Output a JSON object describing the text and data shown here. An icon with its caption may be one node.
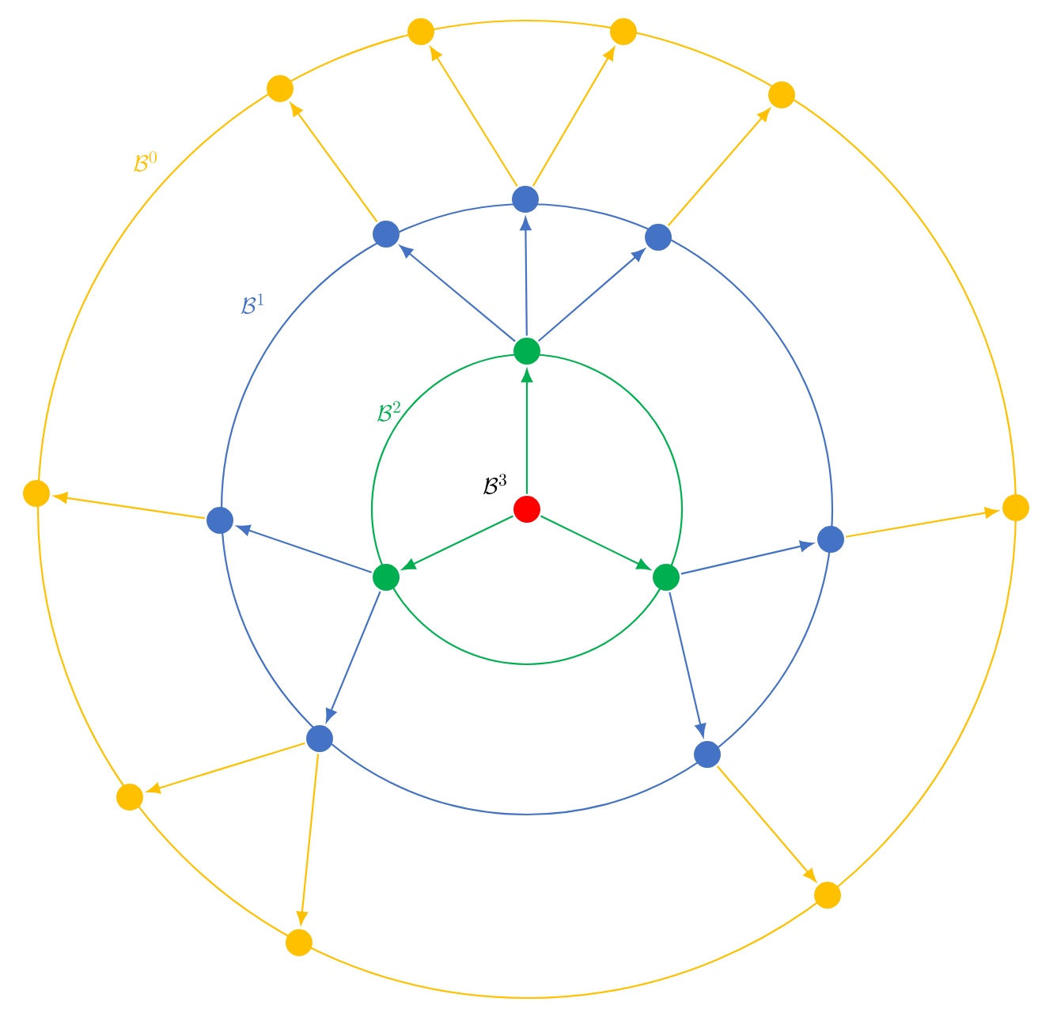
{
  "diagram": {
    "nodes": [
      {
        "text": [],
        "shape": "circle"
      },
      {
        "text": [],
        "shape": "circle"
      },
      {
        "text": [],
        "shape": "circle"
      },
      {
        "text": [],
        "shape": "circle"
      },
      {
        "text": [],
        "shape": "circle"
      },
      {
        "text": [],
        "shape": "circle"
      },
      {
        "text": [],
        "shape": "circle"
      },
      {
        "text": [],
        "shape": "circle"
      },
      {
        "text": [],
        "shape": "circle"
      },
      {
        "text": [],
        "shape": "circle"
      },
      {
        "text": [],
        "shape": "circle"
      },
      {
        "text": [],
        "shape": "circle"
      },
      {
        "text": [],
        "shape": "circle"
      },
      {
        "text": [],
        "shape": "circle"
      },
      {
        "text": [],
        "shape": "circle"
      },
      {
        "text": [],
        "shape": "circle"
      },
      {
        "text": [],
        "shape": "circle"
      },
      {
        "text": [],
        "shape": "circle"
      },
      {
        "text": [],
        "shape": "circle"
      },
      {
        "text": [],
        "shape": "circle"
      }
    ],
    "edges": [
      {
        "from": 10,
        "to": 7,
        "arrow": "to",
        "color": "#00b050"
      },
      {
        "from": 10,
        "to": 13,
        "arrow": "to",
        "color": "#00b050"
      },
      {
        "from": 10,
        "to": 14,
        "arrow": "to",
        "color": "#00b050"
      },
      {
        "from": 7,
        "to": 4,
        "arrow": "to",
        "color": "#4472c4"
      },
      {
        "from": 7,
        "to": 5,
        "arrow": "to",
        "color": "#4472c4"
      },
      {
        "from": 7,
        "to": 6,
        "arrow": "to",
        "color": "#4472c4"
      },
      {
        "from": 13,
        "to": 11,
        "arrow": "to",
        "color": "#4472c4"
      },
      {
        "from": 13,
        "to": 15,
        "arrow": "to",
        "color": "#4472c4"
      },
      {
        "from": 14,
        "to": 12,
        "arrow": "to",
        "color": "#4472c4"
      },
      {
        "from": 14,
        "to": 16,
        "arrow": "to",
        "color": "#4472c4"
      },
      {
        "from": 4,
        "to": 0,
        "arrow": "to",
        "color": "#ffc000"
      },
      {
        "from": 4,
        "to": 1,
        "arrow": "to",
        "color": "#ffc000"
      },
      {
        "from": 5,
        "to": 2,
        "arrow": "to",
        "color": "#ffc000"
      },
      {
        "from": 6,
        "to": 3,
        "arrow": "to",
        "color": "#ffc000"
      },
      {
        "from": 11,
        "to": 8,
        "arrow": "to",
        "color": "#ffc000"
      },
      {
        "from": 12,
        "to": 9,
        "arrow": "to",
        "color": "#ffc000"
      },
      {
        "from": 15,
        "to": 17,
        "arrow": "to",
        "color": "#ffc000"
      },
      {
        "from": 15,
        "to": 19,
        "arrow": "to",
        "color": "#ffc000"
      },
      {
        "from": 16,
        "to": 18,
        "arrow": "to",
        "color": "#ffc000"
      }
    ],
    "labels": [
      "\\mathcal{B}^0",
      "\\mathcal{B}^1",
      "\\mathcal{B}^2",
      "\\mathcal{B}^3"
    ]
  }
}
